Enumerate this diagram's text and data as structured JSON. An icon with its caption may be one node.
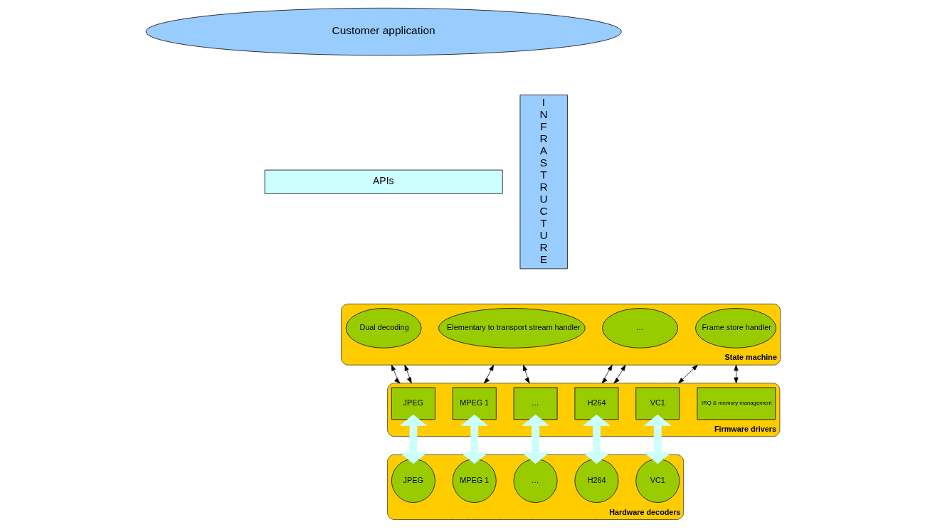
{
  "diagram": {
    "nodes": [
      {
        "text": [
          "Customer application"
        ]
      },
      {
        "text": [
          "APIs"
        ]
      },
      {
        "text": [
          "State machine"
        ]
      },
      {
        "text": [
          "Dual decoding"
        ],
        "in": 2
      },
      {
        "text": [
          "Elementary to transport stream handler"
        ],
        "in": 2
      },
      {
        "text": [
          "…"
        ],
        "in": 2
      },
      {
        "text": [
          "Frame store handler"
        ],
        "in": 2
      },
      {
        "text": [
          "Firmware drivers"
        ]
      },
      {
        "text": [
          "JPEG"
        ],
        "in": 7
      },
      {
        "text": [
          "MPEG 1"
        ],
        "in": 7
      },
      {
        "text": [
          "…"
        ],
        "in": 7
      },
      {
        "text": [
          "H264"
        ],
        "in": 7
      },
      {
        "text": [
          "VC1"
        ],
        "in": 7
      },
      {
        "text": [
          "IRQ & memory management"
        ],
        "in": 7
      },
      {
        "text": [
          "Hardware decoders"
        ]
      },
      {
        "text": [
          "JPEG"
        ],
        "in": 14
      },
      {
        "text": [
          "MPEG 1"
        ],
        "in": 14
      },
      {
        "text": [
          "…"
        ],
        "in": 14
      },
      {
        "text": [
          "H264"
        ],
        "in": 14
      },
      {
        "text": [
          "VC1"
        ],
        "in": 14
      },
      {
        "text": [
          "INFRASTRUCTURE"
        ]
      }
    ],
    "edges": [
      {
        "from": 2,
        "to": 7,
        "arrow": "both"
      },
      {
        "from": 2,
        "to": 7,
        "arrow": "both"
      },
      {
        "from": 2,
        "to": 7,
        "arrow": "both"
      },
      {
        "from": 2,
        "to": 7,
        "arrow": "both"
      },
      {
        "from": 2,
        "to": 7,
        "arrow": "both"
      },
      {
        "from": 2,
        "to": 7,
        "arrow": "both"
      },
      {
        "from": 2,
        "to": 7,
        "arrow": "both"
      },
      {
        "from": 2,
        "to": 7,
        "arrow": "both"
      },
      {
        "from": 8,
        "to": 15,
        "arrow": "both",
        "style": "thick",
        "color": "#ccffff"
      },
      {
        "from": 9,
        "to": 16,
        "arrow": "both",
        "style": "thick",
        "color": "#ccffff"
      },
      {
        "from": 10,
        "to": 17,
        "arrow": "both",
        "style": "thick",
        "color": "#ccffff"
      },
      {
        "from": 11,
        "to": 18,
        "arrow": "both",
        "style": "thick",
        "color": "#ccffff"
      },
      {
        "from": 12,
        "to": 19,
        "arrow": "both",
        "style": "thick",
        "color": "#ccffff"
      }
    ]
  }
}
